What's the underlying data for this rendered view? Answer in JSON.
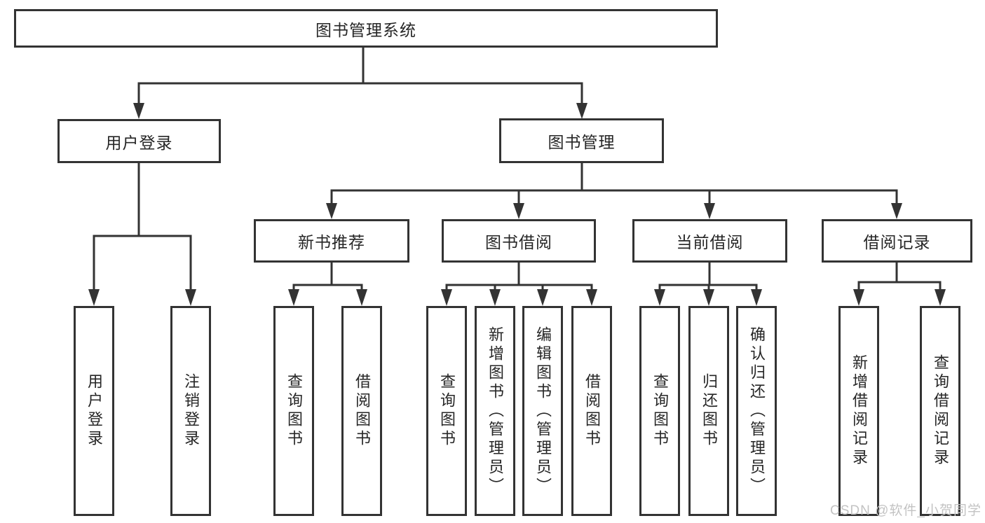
{
  "tree": {
    "label": "图书管理系统",
    "children": [
      {
        "label": "用户登录",
        "children": [
          {
            "label": "用户登录"
          },
          {
            "label": "注销登录"
          }
        ]
      },
      {
        "label": "图书管理",
        "children": [
          {
            "label": "新书推荐",
            "children": [
              {
                "label": "查询图书"
              },
              {
                "label": "借阅图书"
              }
            ]
          },
          {
            "label": "图书借阅",
            "children": [
              {
                "label": "查询图书"
              },
              {
                "label": "新增图书（管理员）"
              },
              {
                "label": "编辑图书（管理员）"
              },
              {
                "label": "借阅图书"
              }
            ]
          },
          {
            "label": "当前借阅",
            "children": [
              {
                "label": "查询图书"
              },
              {
                "label": "归还图书"
              },
              {
                "label": "确认归还（管理员）"
              }
            ]
          },
          {
            "label": "借阅记录",
            "children": [
              {
                "label": "新增借阅记录"
              },
              {
                "label": "查询借阅记录"
              }
            ]
          }
        ]
      }
    ]
  },
  "watermark": {
    "text": "CSDN @软件_小贺同学"
  },
  "colors": {
    "line": "#333333",
    "box_border": "#333333",
    "text": "#262626",
    "watermark": "#c3c3c3",
    "background": "#ffffff"
  }
}
